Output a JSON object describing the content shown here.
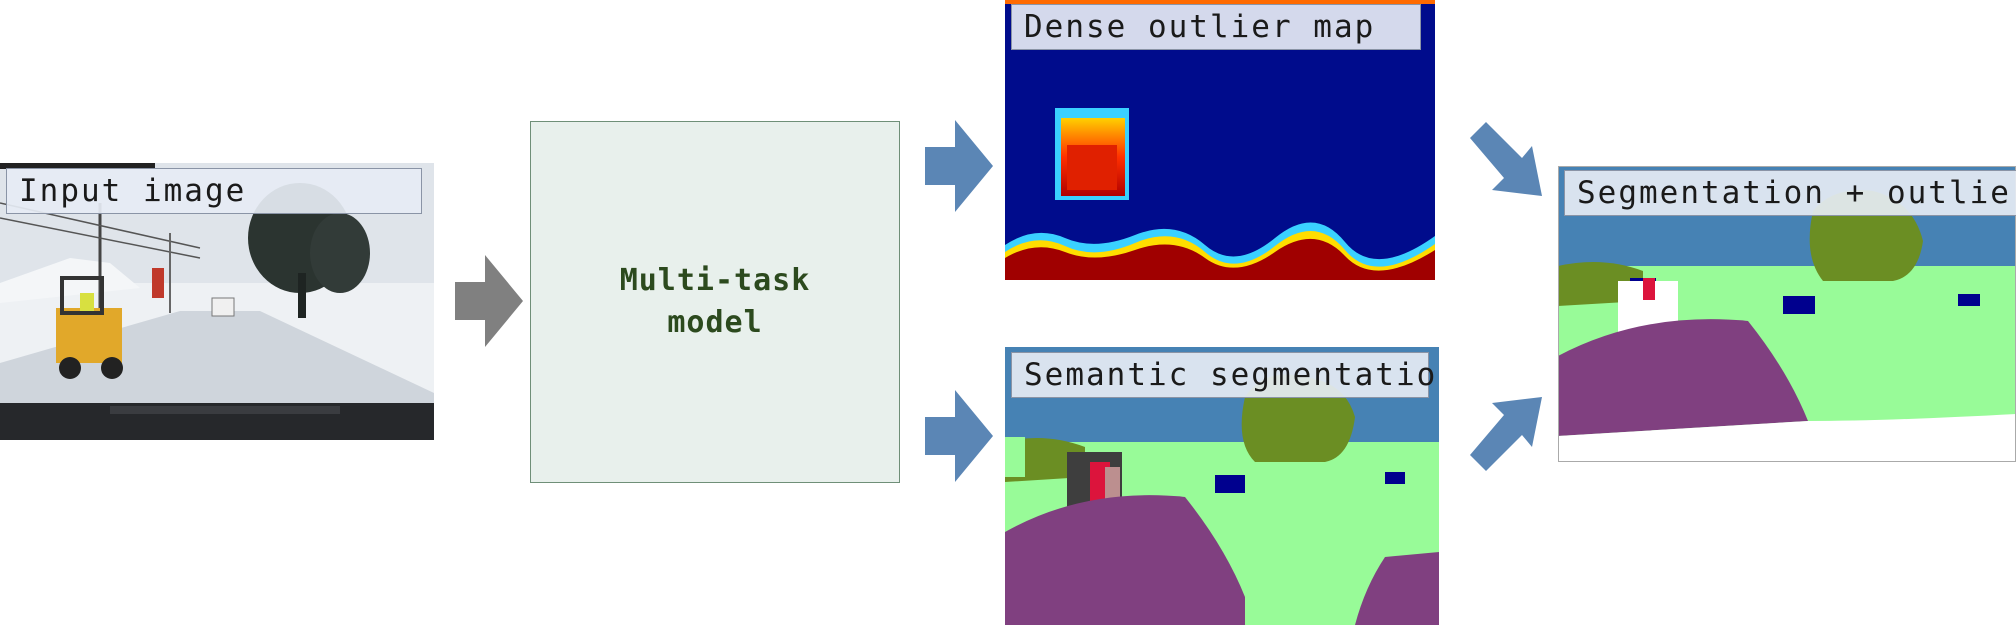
{
  "labels": {
    "input": "Input image",
    "model": "Multi-task\nmodel",
    "outlier_map": "Dense outlier map",
    "segmentation": "Semantic segmentation",
    "combined": "Segmentation + outliers"
  },
  "colors": {
    "arrow_gray": "#808080",
    "arrow_blue": "#5b86b5",
    "sky": "#4682b4",
    "vegetation": "#6b8e23",
    "terrain": "#98fb98",
    "road": "#804080",
    "car": "#00008e",
    "outlier": "#ffffff",
    "heat_bg": "#000c8c",
    "heat_hot": "#a00000"
  }
}
